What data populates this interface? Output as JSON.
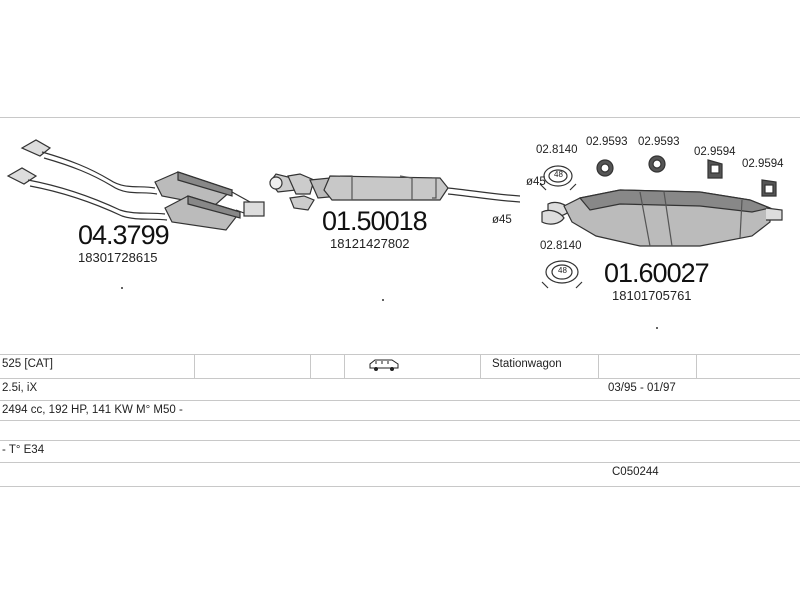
{
  "parts": {
    "manifold_cat": {
      "number": "04.3799",
      "oem": "18301728615"
    },
    "middle_silencer": {
      "number": "01.50018",
      "oem": "18121427802"
    },
    "rear_silencer": {
      "number": "01.60027",
      "oem": "18101705761"
    }
  },
  "accessories": {
    "gasket_top": "02.8140",
    "hanger_a": "02.9593",
    "hanger_b": "02.9593",
    "hanger_c": "02.9594",
    "hanger_d": "02.9594",
    "gasket_bottom": "02.8140",
    "gasket_top_size": "48",
    "gasket_bottom_size": "48"
  },
  "dimensions": {
    "diameter_a": "ø45",
    "diameter_b": "ø45"
  },
  "vehicle": {
    "model": "525  [CAT]",
    "body": "Stationwagon",
    "engine": "2.5i, iX",
    "years": "03/95 - 01/97",
    "spec": "2494 cc, 192 HP, 141 KW M° M50 -",
    "type": "- T° E34",
    "code": "C050244"
  },
  "icons": {
    "vehicle_icon": "stationwagon-car-icon"
  }
}
